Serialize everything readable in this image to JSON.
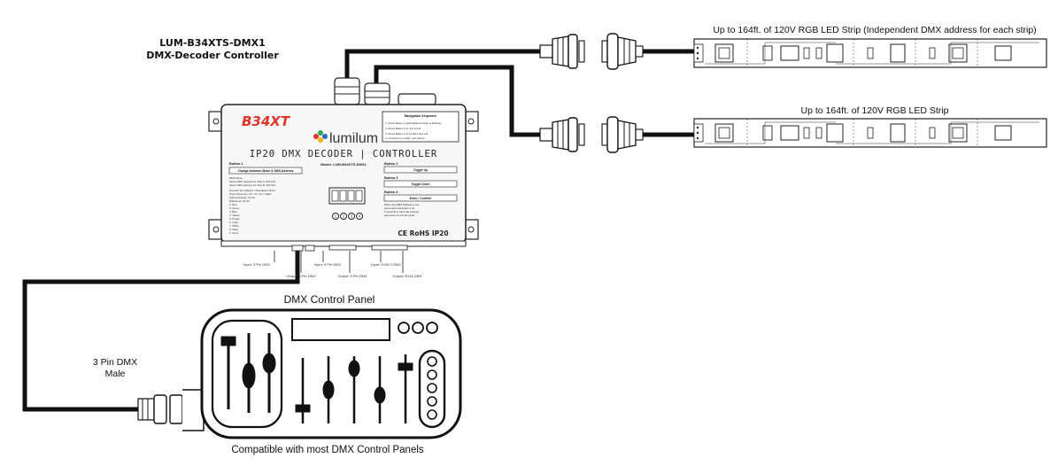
{
  "controller": {
    "model_title": "LUM-B34XTS-DMX1",
    "subtitle": "DMX-Decoder Controller",
    "brand_logo": "B34XT",
    "brand": "lumilum",
    "product_name": "IP20 DMX DECODER | CONTROLLER",
    "model_line": "Model: LUM-B34XTS-DMX1",
    "navigation_header": "Navigation Sequence",
    "navigation_lines": [
      "1. Press Button 1 until Mode function is blinking",
      "2. Press Button 2 or 3 to scroll",
      "3. Press Button 4 to confirm and exit",
      "4. Continue to modify / set values"
    ],
    "button1_header": "Button 1",
    "button1_title": "Change between Mode & DMX Address",
    "button1_lines": [
      "DMX Mode:",
      "Select DMX address for Strip A: 001-512",
      "Select DMX address for Strip B: 001-512",
      "",
      "Decoder as a Master / Standalone Mode:",
      "Press Mode key: 01 = Fx, 02 = Static",
      "Speed Settings: 01-09",
      "Brightness: 01-09",
      "1. Red",
      "2. Green",
      "3. Blue",
      "4. Yellow",
      "5. Purple",
      "6. Cyan",
      "7. White",
      "8. Fade",
      "9. Jump"
    ],
    "button2_header": "Button 2",
    "button2_label": "Toggle Up",
    "button3_header": "Button 3",
    "button3_label": "Toggle Down",
    "button4_header": "Button 4",
    "button4_label": "Enter / Confirm",
    "button4_lines": [
      "When any DMX Address is set,",
      "press and hold button 4 for",
      "3 seconds to save the settings",
      "and return to normal mode."
    ],
    "button_numbers": [
      "1",
      "2",
      "3",
      "4"
    ],
    "cert_labels": "CE  RoHS  IP20",
    "port_labels": [
      "Input: 3 Pin DMX",
      "Output: 3 Pin DMX",
      "Input: 5 Pin DMX",
      "Output: 5 Pin DMX",
      "Input: RJ45 COMS",
      "Output: RJ45 DMX"
    ]
  },
  "strips": [
    {
      "label": "Up to 164ft. of 120V RGB LED Strip (Independent DMX address for each strip)"
    },
    {
      "label": "Up to 164ft. of 120V RGB LED Strip"
    }
  ],
  "panel": {
    "title": "DMX Control Panel",
    "caption": "Compatible with most DMX Control Panels",
    "connector_label_line1": "3 Pin DMX",
    "connector_label_line2": "Male"
  },
  "colors": {
    "cable": "#111111",
    "line": "#222222",
    "device_fill": "#f5f5f5",
    "logo_red": "#e0342a",
    "logo_green": "#2ea84f",
    "logo_blue": "#2b6cc4",
    "logo_yellow": "#f2b705"
  }
}
